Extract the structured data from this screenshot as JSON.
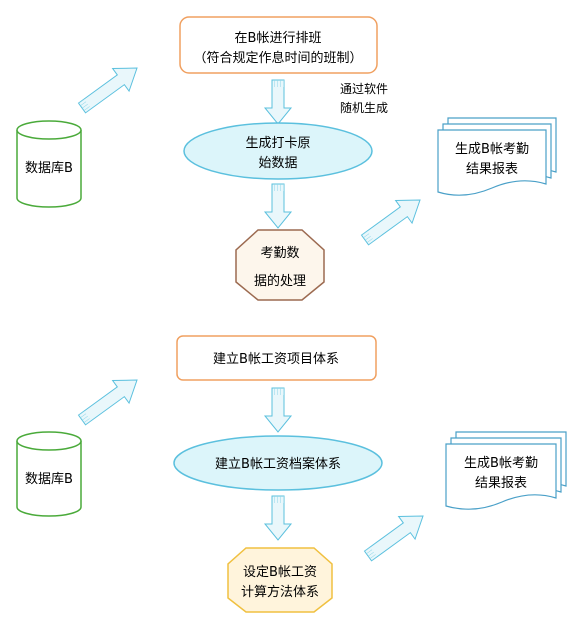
{
  "section1": {
    "schedule_box": {
      "line1": "在B帐进行排班",
      "line2": "（符合规定作息时间的班制）"
    },
    "annotation": {
      "line1": "通过软件",
      "line2": "随机生成"
    },
    "database": "数据库B",
    "raw_data": {
      "line1": "生成打卡原",
      "line2": "始数据"
    },
    "processing": {
      "line1": "考勤数",
      "line2": "据的处理"
    },
    "report": {
      "line1": "生成B帐考勤",
      "line2": "结果报表"
    }
  },
  "section2": {
    "item_system": "建立B帐工资项目体系",
    "database": "数据库B",
    "archive_system": "建立B帐工资档案体系",
    "calc_method": {
      "line1": "设定B帐工资",
      "line2": "计算方法体系"
    },
    "report": {
      "line1": "生成B帐考勤",
      "line2": "结果报表"
    }
  },
  "colors": {
    "box_border": "#f0a060",
    "ellipse_fill": "#dcf5fa",
    "ellipse_border": "#5bc0de",
    "database_border": "#4aaa3a",
    "processing_border": "#9c6a50",
    "processing_fill": "#fdf6ec",
    "calc_border": "#f0c040",
    "calc_fill": "#fff4dc",
    "report_border": "#4aa0c8",
    "arrow_fill": "#e9f7fb",
    "arrow_stroke": "#5bc0de"
  }
}
